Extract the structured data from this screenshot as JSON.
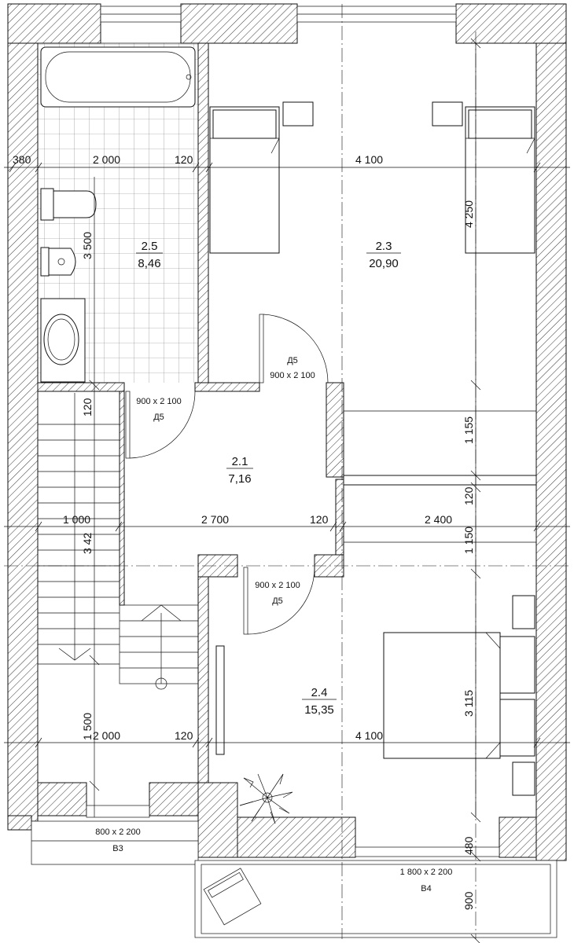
{
  "rooms": [
    {
      "id": "2.5",
      "area": "8,46"
    },
    {
      "id": "2.3",
      "area": "20,90"
    },
    {
      "id": "2.1",
      "area": "7,16"
    },
    {
      "id": "2.4",
      "area": "15,35"
    }
  ],
  "dimensions": {
    "top_row": [
      "380",
      "2 000",
      "120",
      "4 100"
    ],
    "middle_row": [
      "1 000",
      "2 700",
      "120",
      "2 400"
    ],
    "bottom_row": [
      "2 000",
      "120",
      "4 100"
    ],
    "vertical": [
      "3 500",
      "4 250",
      "120",
      "1 155",
      "120",
      "3 42",
      "1 150",
      "3 115",
      "1 500",
      "480",
      "900"
    ]
  },
  "doors": [
    {
      "size": "900 x 2 100",
      "mark": "Д5"
    },
    {
      "size": "900 x 2 100",
      "mark": "Д5"
    },
    {
      "size": "900 x 2 100",
      "mark": "Д5"
    },
    {
      "size": "800 x 2 200",
      "mark": "В3"
    },
    {
      "size": "1 800 x 2 200",
      "mark": "В4"
    }
  ]
}
